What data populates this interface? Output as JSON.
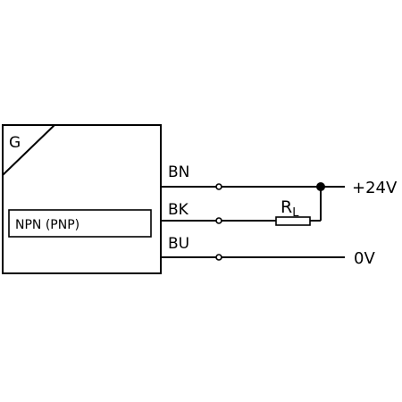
{
  "diagram": {
    "sensor": {
      "corner_label": "G",
      "output_label": "NPN (PNP)"
    },
    "wires": {
      "bn": "BN",
      "bk": "BK",
      "bu": "BU"
    },
    "load": {
      "symbol": "R",
      "subscript": "L"
    },
    "supply": {
      "positive": "+24V",
      "ground": "0V"
    }
  }
}
